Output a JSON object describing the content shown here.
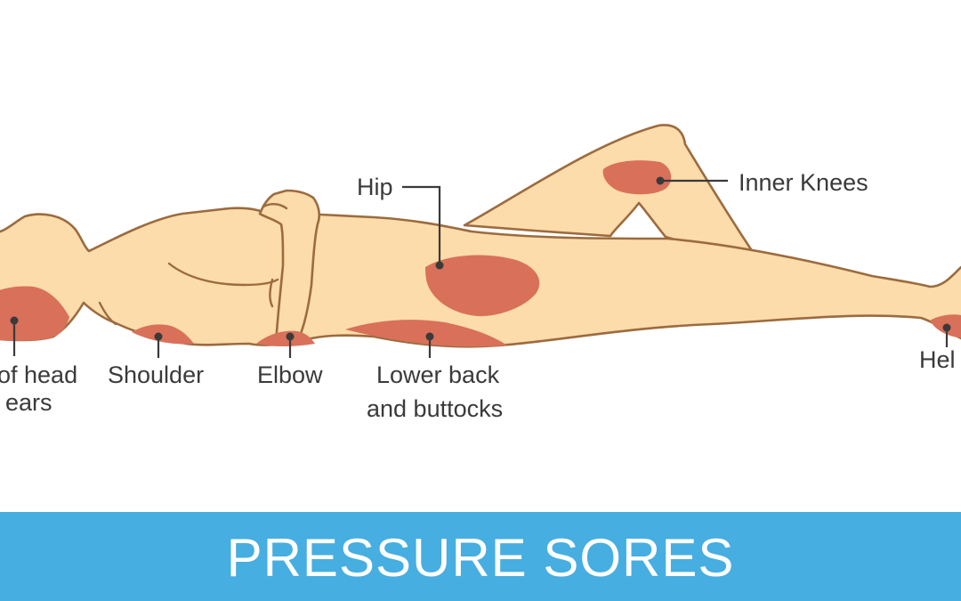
{
  "colors": {
    "skin": "#fcdcaa",
    "outline": "#9c6b3f",
    "sore": "#d9705a",
    "banner": "#46aee0",
    "label_text": "#3a3a3a"
  },
  "labels": {
    "head_line1": "of head",
    "head_line2": "ears",
    "shoulder": "Shoulder",
    "elbow": "Elbow",
    "lower_back_line1": "Lower back",
    "lower_back_line2": "and buttocks",
    "hip": "Hip",
    "inner_knees": "Inner Knees",
    "heels": "Hel"
  },
  "banner": {
    "title": "PRESSURE SORES"
  }
}
